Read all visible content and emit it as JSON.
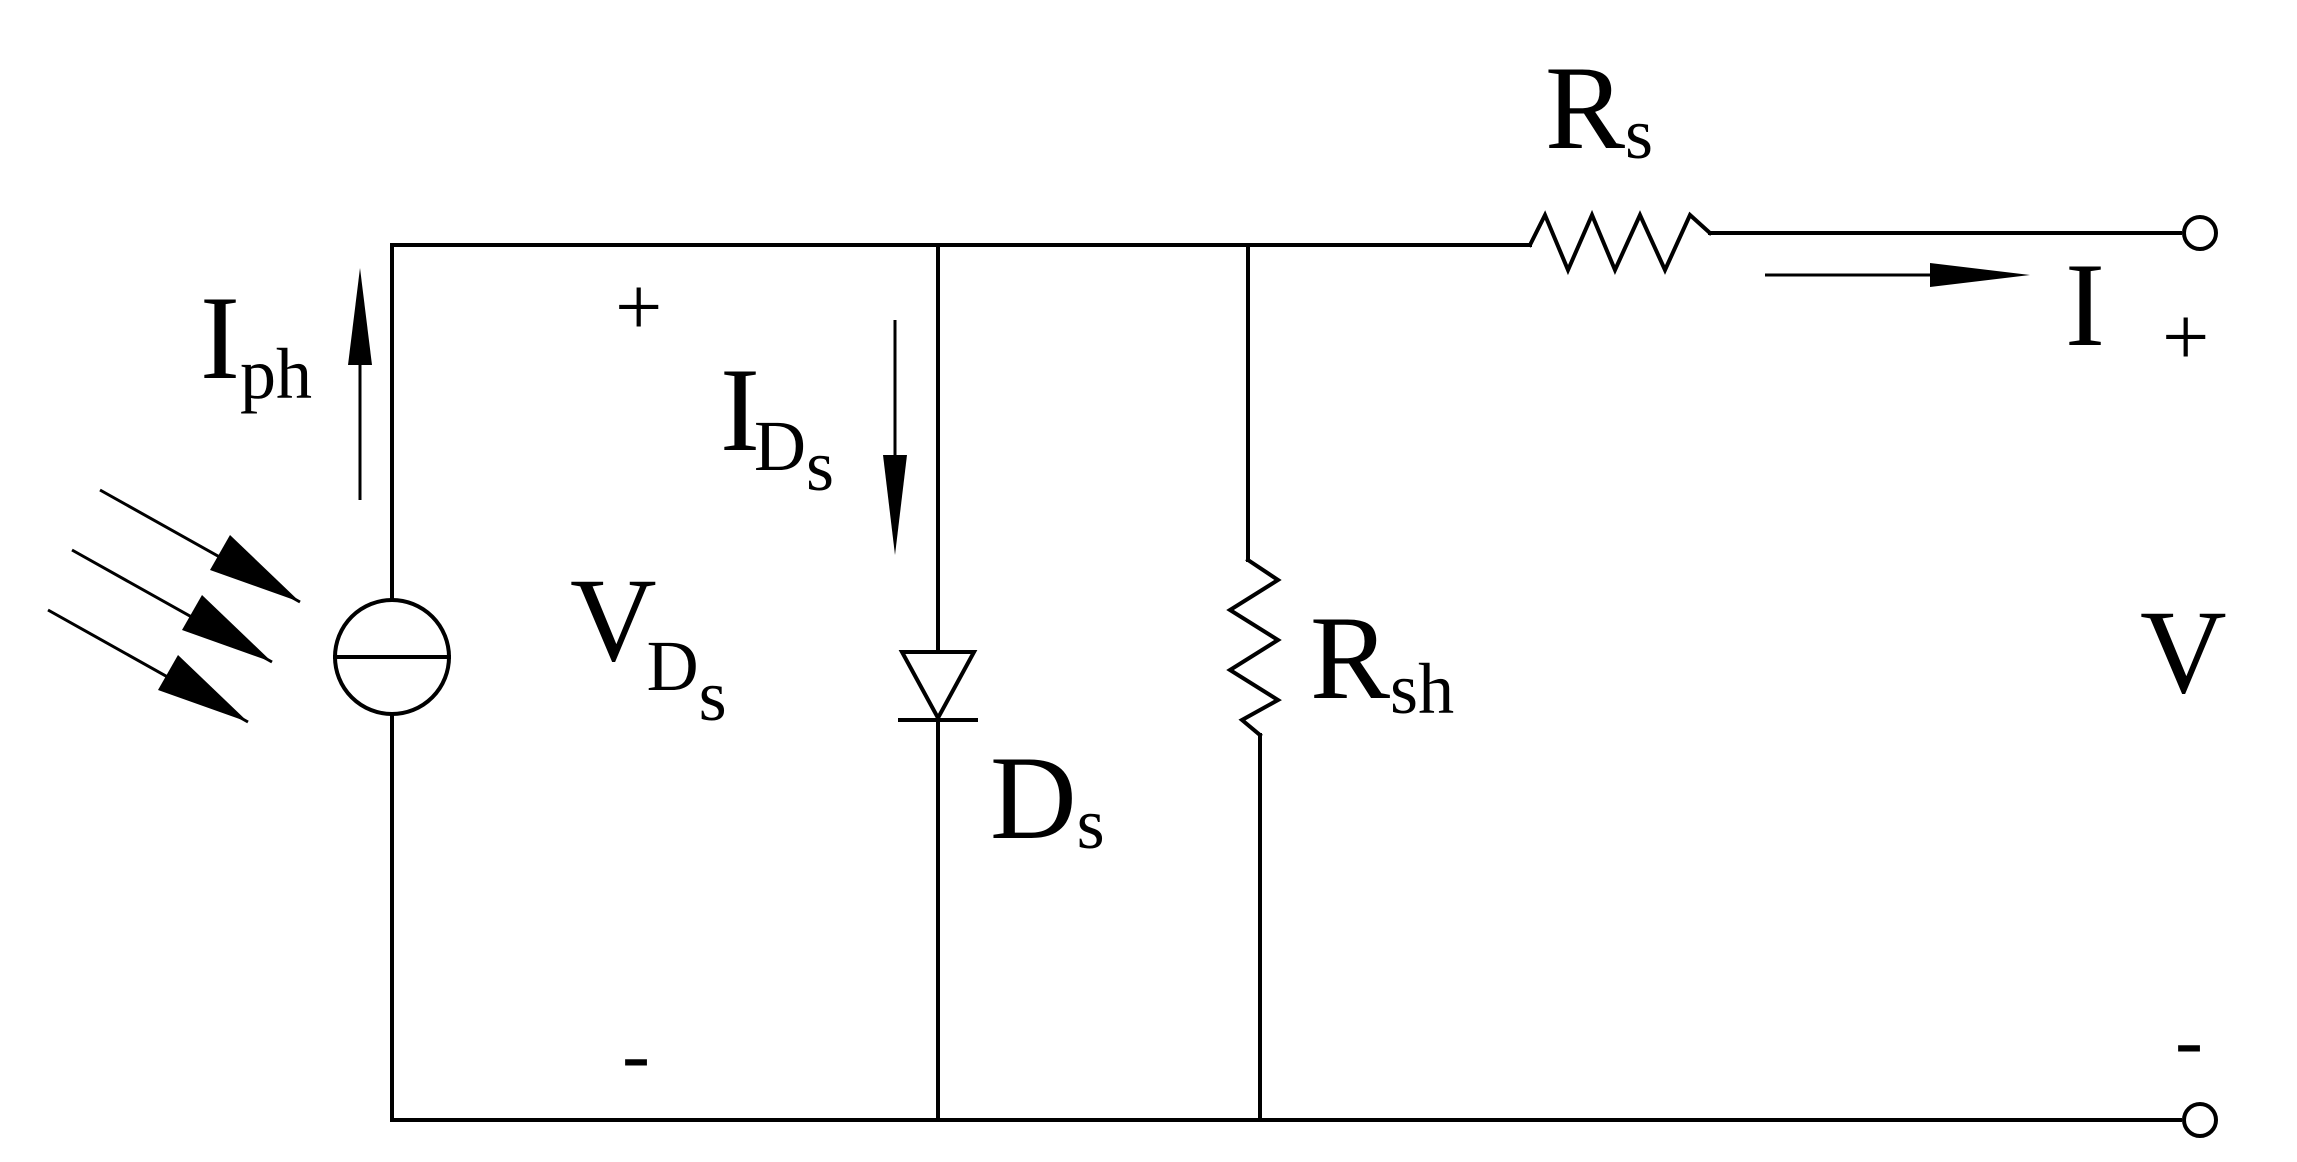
{
  "labels": {
    "iph": {
      "main": "I",
      "sub": "ph"
    },
    "vds": {
      "main": "V",
      "sub": "D",
      "subsub": "s"
    },
    "ids": {
      "main": "I",
      "sub": "D",
      "subsub": "s"
    },
    "ds": {
      "main": "D",
      "sub": "s"
    },
    "rsh": {
      "main": "R",
      "sub": "sh"
    },
    "rs": {
      "main": "R",
      "sub": "s"
    },
    "i_out": "I",
    "v_out": "V"
  },
  "polarity": {
    "cell_plus": "+",
    "cell_minus": "-",
    "out_plus": "+",
    "out_minus": "-"
  },
  "colors": {
    "ink": "#000000",
    "background": "#ffffff"
  }
}
